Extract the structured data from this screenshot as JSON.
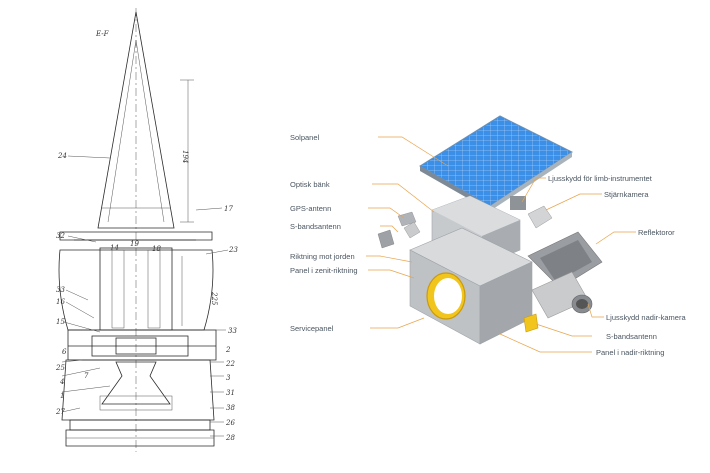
{
  "drawing": {
    "section_label": "E-F",
    "dimension_label": "194",
    "dimension_label_2": "225",
    "part_numbers": {
      "n24": "24",
      "n17": "17",
      "n32": "32",
      "n14": "14",
      "n19": "19",
      "n18": "18",
      "n23": "23",
      "n33a": "33",
      "n16": "16",
      "n15": "15",
      "n33b": "33",
      "n6": "6",
      "n25": "25",
      "n4": "4",
      "n7": "7",
      "n1": "1",
      "n27": "27",
      "n2": "2",
      "n22": "22",
      "n3": "3",
      "n31": "31",
      "n38": "38",
      "n26": "26",
      "n28": "28"
    }
  },
  "satellite": {
    "labels": {
      "solpanel": "Solpanel",
      "optisk_bank": "Optisk bänk",
      "gps": "GPS-antenn",
      "sband_top": "S-bandsantenn",
      "riktning_jorden": "Riktning mot jorden",
      "panel_zenit": "Panel i zenit-riktning",
      "servicepanel": "Servicepanel",
      "ljusskydd_limb": "Ljusskydd för limb-instrumentet",
      "stjarnkamera": "Stjärnkamera",
      "reflektoror": "Reflektoror",
      "ljusskydd_nadir": "Ljusskydd nadir-kamera",
      "sband_bottom": "S-bandsantenn",
      "panel_nadir": "Panel i nadir-riktning"
    },
    "colors": {
      "leader": "#e9a34a",
      "panel": "#2f7fd6",
      "body": "#b9bcc1",
      "ring": "#f2c51c"
    }
  }
}
